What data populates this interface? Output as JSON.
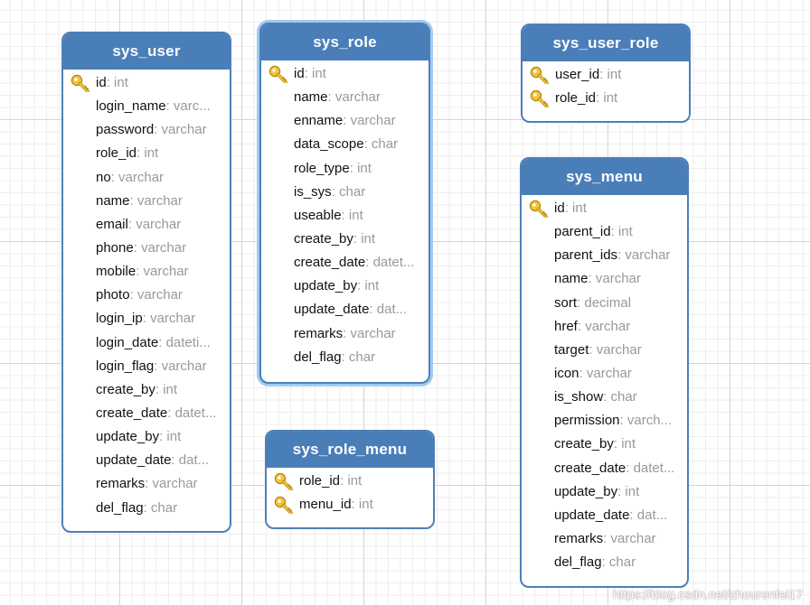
{
  "tables": [
    {
      "key": "sys_user",
      "title": "sys_user",
      "fields": [
        {
          "name": "id",
          "type": "int",
          "pk": true
        },
        {
          "name": "login_name",
          "type": "varc...",
          "pk": false
        },
        {
          "name": "password",
          "type": "varchar",
          "pk": false
        },
        {
          "name": "role_id",
          "type": "int",
          "pk": false
        },
        {
          "name": "no",
          "type": "varchar",
          "pk": false
        },
        {
          "name": "name",
          "type": "varchar",
          "pk": false
        },
        {
          "name": "email",
          "type": "varchar",
          "pk": false
        },
        {
          "name": "phone",
          "type": "varchar",
          "pk": false
        },
        {
          "name": "mobile",
          "type": "varchar",
          "pk": false
        },
        {
          "name": "photo",
          "type": "varchar",
          "pk": false
        },
        {
          "name": "login_ip",
          "type": "varchar",
          "pk": false
        },
        {
          "name": "login_date",
          "type": "dateti...",
          "pk": false
        },
        {
          "name": "login_flag",
          "type": "varchar",
          "pk": false
        },
        {
          "name": "create_by",
          "type": "int",
          "pk": false
        },
        {
          "name": "create_date",
          "type": "datet...",
          "pk": false
        },
        {
          "name": "update_by",
          "type": "int",
          "pk": false
        },
        {
          "name": "update_date",
          "type": "dat...",
          "pk": false
        },
        {
          "name": "remarks",
          "type": "varchar",
          "pk": false
        },
        {
          "name": "del_flag",
          "type": "char",
          "pk": false
        }
      ]
    },
    {
      "key": "sys_role",
      "title": "sys_role",
      "selected": true,
      "fields": [
        {
          "name": "id",
          "type": "int",
          "pk": true
        },
        {
          "name": "name",
          "type": "varchar",
          "pk": false
        },
        {
          "name": "enname",
          "type": "varchar",
          "pk": false
        },
        {
          "name": "data_scope",
          "type": "char",
          "pk": false
        },
        {
          "name": "role_type",
          "type": "int",
          "pk": false
        },
        {
          "name": "is_sys",
          "type": "char",
          "pk": false
        },
        {
          "name": "useable",
          "type": "int",
          "pk": false
        },
        {
          "name": "create_by",
          "type": "int",
          "pk": false
        },
        {
          "name": "create_date",
          "type": "datet...",
          "pk": false
        },
        {
          "name": "update_by",
          "type": "int",
          "pk": false
        },
        {
          "name": "update_date",
          "type": "dat...",
          "pk": false
        },
        {
          "name": "remarks",
          "type": "varchar",
          "pk": false
        },
        {
          "name": "del_flag",
          "type": "char",
          "pk": false
        }
      ]
    },
    {
      "key": "sys_user_role",
      "title": "sys_user_role",
      "fields": [
        {
          "name": "user_id",
          "type": "int",
          "pk": true
        },
        {
          "name": "role_id",
          "type": "int",
          "pk": true
        }
      ]
    },
    {
      "key": "sys_role_menu",
      "title": "sys_role_menu",
      "fields": [
        {
          "name": "role_id",
          "type": "int",
          "pk": true
        },
        {
          "name": "menu_id",
          "type": "int",
          "pk": true
        }
      ]
    },
    {
      "key": "sys_menu",
      "title": "sys_menu",
      "fields": [
        {
          "name": "id",
          "type": "int",
          "pk": true
        },
        {
          "name": "parent_id",
          "type": "int",
          "pk": false
        },
        {
          "name": "parent_ids",
          "type": "varchar",
          "pk": false
        },
        {
          "name": "name",
          "type": "varchar",
          "pk": false
        },
        {
          "name": "sort",
          "type": "decimal",
          "pk": false
        },
        {
          "name": "href",
          "type": "varchar",
          "pk": false
        },
        {
          "name": "target",
          "type": "varchar",
          "pk": false
        },
        {
          "name": "icon",
          "type": "varchar",
          "pk": false
        },
        {
          "name": "is_show",
          "type": "char",
          "pk": false
        },
        {
          "name": "permission",
          "type": "varch...",
          "pk": false
        },
        {
          "name": "create_by",
          "type": "int",
          "pk": false
        },
        {
          "name": "create_date",
          "type": "datet...",
          "pk": false
        },
        {
          "name": "update_by",
          "type": "int",
          "pk": false
        },
        {
          "name": "update_date",
          "type": "dat...",
          "pk": false
        },
        {
          "name": "remarks",
          "type": "varchar",
          "pk": false
        },
        {
          "name": "del_flag",
          "type": "char",
          "pk": false
        }
      ]
    }
  ],
  "watermark": "https://blog.csdn.net/zhourenfei17",
  "colors": {
    "header": "#4a7eb9",
    "border": "#4e7fb8",
    "selection": "#9fcbf4",
    "type_text": "#999999",
    "key": "#e8b630"
  }
}
